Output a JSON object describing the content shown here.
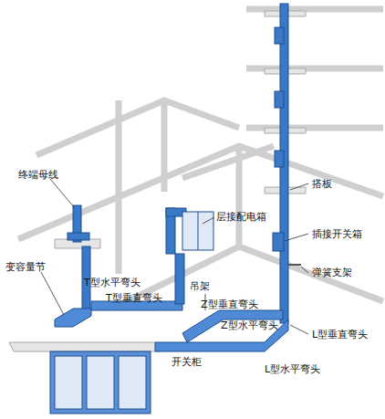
{
  "diagram": {
    "labels": [
      "终端母线",
      "层接配电箱",
      "搭板",
      "插接开关箱",
      "弹簧支架",
      "变容量节",
      "T型水平弯头",
      "T型垂直弯头",
      "吊架",
      "Z型垂直弯头",
      "Z型水平弯头",
      "L型垂直弯头",
      "L型水平弯头",
      "开关柜"
    ]
  }
}
